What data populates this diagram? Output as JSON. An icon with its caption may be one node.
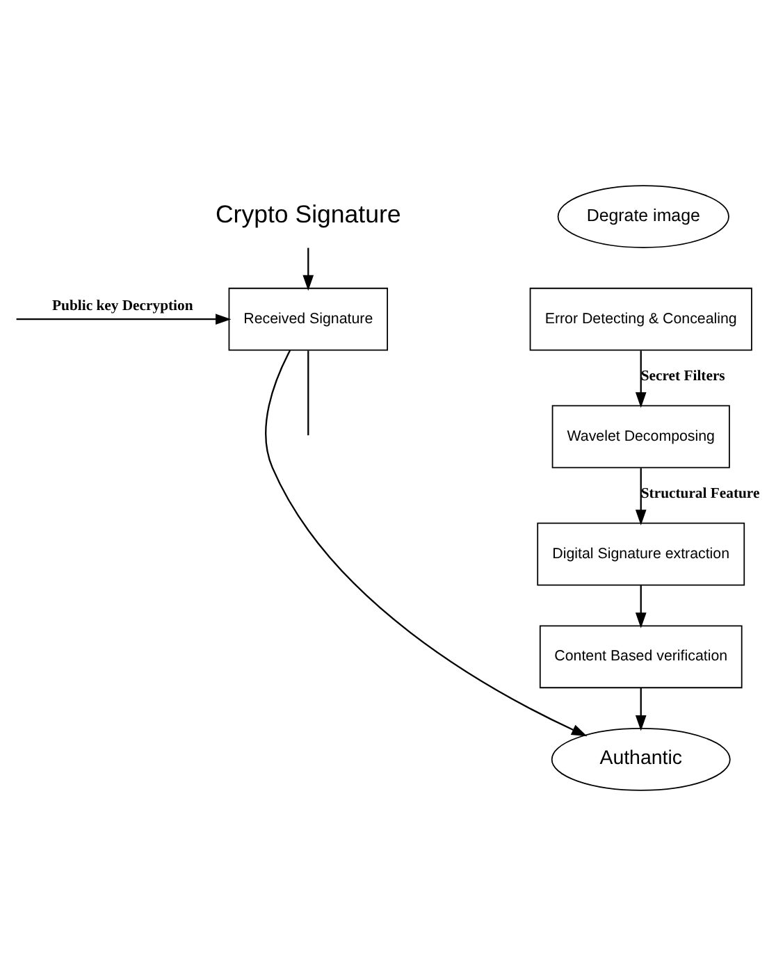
{
  "diagram": {
    "nodes": [
      {
        "text": [
          "Crypto Signature"
        ]
      },
      {
        "text": [
          "Received Signature"
        ]
      },
      {
        "text": [
          "Degrate image"
        ]
      },
      {
        "text": [
          "Error Detecting & Concealing"
        ]
      },
      {
        "text": [
          "Wavelet Decomposing"
        ]
      },
      {
        "text": [
          "Digital Signature extraction"
        ]
      },
      {
        "text": [
          "Content Based verification"
        ]
      },
      {
        "text": [
          "Authantic"
        ]
      }
    ],
    "edges": [
      {
        "from": 0,
        "to": 1,
        "arrow": "to"
      },
      {
        "from": null,
        "to": 1,
        "arrow": "to",
        "label": "Public key Decryption"
      },
      {
        "from": 3,
        "to": 4,
        "arrow": "to",
        "label": "Secret Filters"
      },
      {
        "from": 4,
        "to": 5,
        "arrow": "to",
        "label": "Structural Feature"
      },
      {
        "from": 5,
        "to": 6,
        "arrow": "to"
      },
      {
        "from": 6,
        "to": 7,
        "arrow": "to"
      },
      {
        "from": 1,
        "to": 7,
        "arrow": "to"
      },
      {
        "from": 1,
        "to": null,
        "arrow": "none"
      }
    ]
  }
}
